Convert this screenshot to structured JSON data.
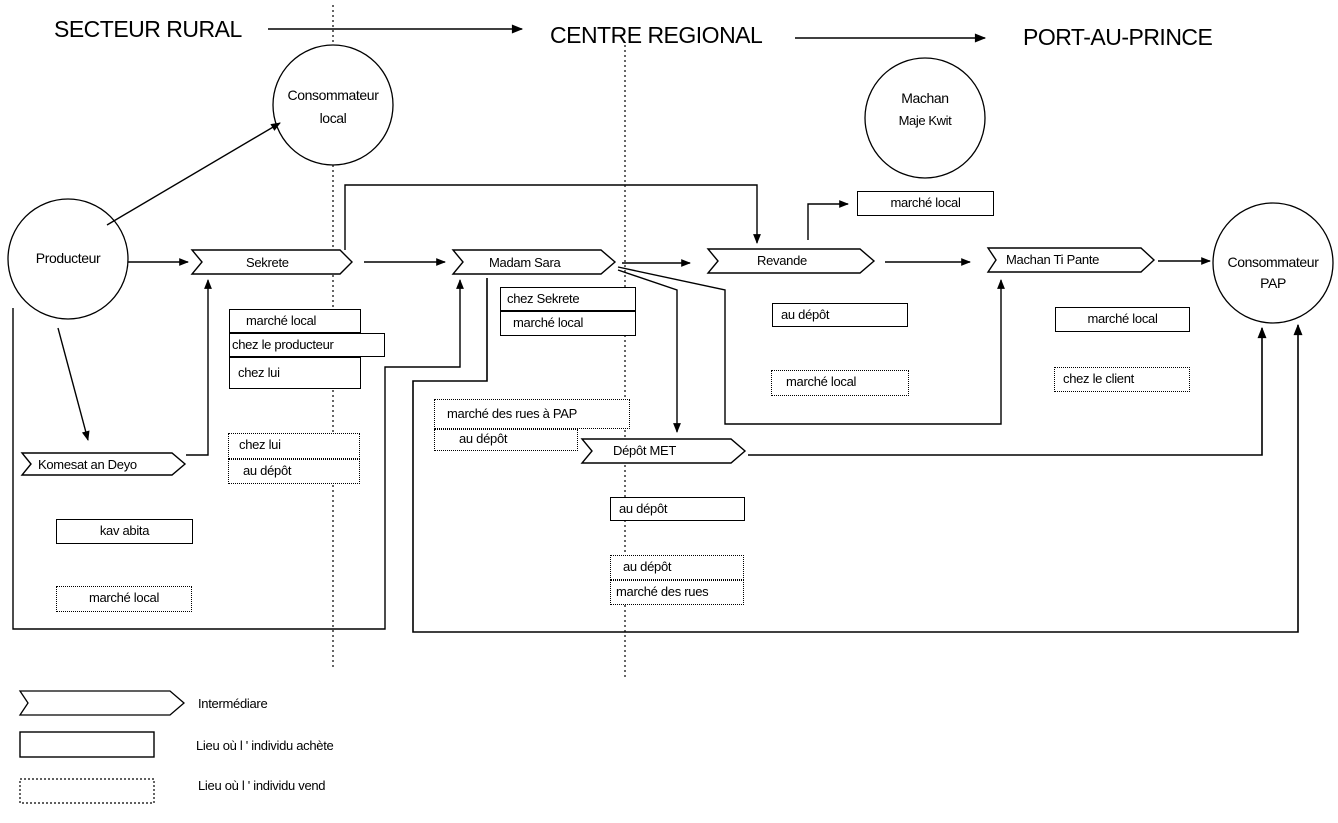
{
  "regions": {
    "rural": "SECTEUR RURAL",
    "regional": "CENTRE REGIONAL",
    "capital": "PORT-AU-PRINCE"
  },
  "actors": {
    "producteur": "Producteur",
    "consommateur_local": [
      "Consommateur",
      "local"
    ],
    "machan_maje_kwit": [
      "Machan",
      "Maje Kwit"
    ],
    "consommateur_pap": [
      "Consommateur",
      "PAP"
    ]
  },
  "intermediaries": {
    "sekrete": "Sekrete",
    "madam_sara": "Madam Sara",
    "revande": "Revande",
    "machan_ti_pante": "Machan Ti Pante",
    "komesat_an_deyo": "Komesat an Deyo",
    "depot_met": "Dépôt MET"
  },
  "places": {
    "sekrete_buy": [
      "marché local",
      "chez le producteur",
      "chez lui"
    ],
    "sekrete_sell": [
      "chez lui",
      "au dépôt"
    ],
    "komesat_buy": "kav abita",
    "komesat_sell": "marché local",
    "madam_sara_buy": [
      "chez Sekrete",
      "marché local"
    ],
    "madam_sara_sell": [
      "marché des rues à PAP",
      "au dépôt"
    ],
    "revande_buy_top": "marché local",
    "revande_buy": "au dépôt",
    "revande_sell": "marché local",
    "depot_buy": "au dépôt",
    "depot_sell": [
      "au dépôt",
      "marché des rues"
    ],
    "ti_pante_buy": "marché local",
    "ti_pante_sell": "chez le client"
  },
  "legend": {
    "intermediary": "Intermédiare",
    "buy_place": "Lieu où l ' individu achète",
    "sell_place": "Lieu où l ' individu vend"
  }
}
